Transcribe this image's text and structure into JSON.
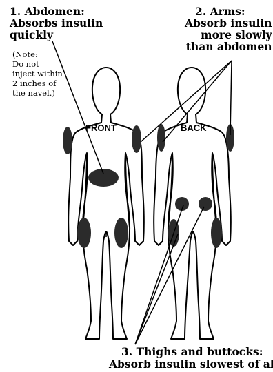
{
  "labels": {
    "abdomen_title": "1. Abdomen:",
    "abdomen_desc": "Absorbs insulin\nquickly",
    "note": "(Note:\nDo not\ninject within\n2 inches of\nthe navel.)",
    "arms_title": "2. Arms:",
    "arms_desc": "Absorb insulin\nmore slowly\nthan abdomen",
    "thighs_title": "3. Thighs and buttocks:",
    "thighs_desc": "Absorb insulin slowest of all",
    "front": "FRONT",
    "back": "BACK"
  },
  "colors": {
    "outline": "#000000",
    "site": "#2b2b2b",
    "background": "#ffffff"
  }
}
